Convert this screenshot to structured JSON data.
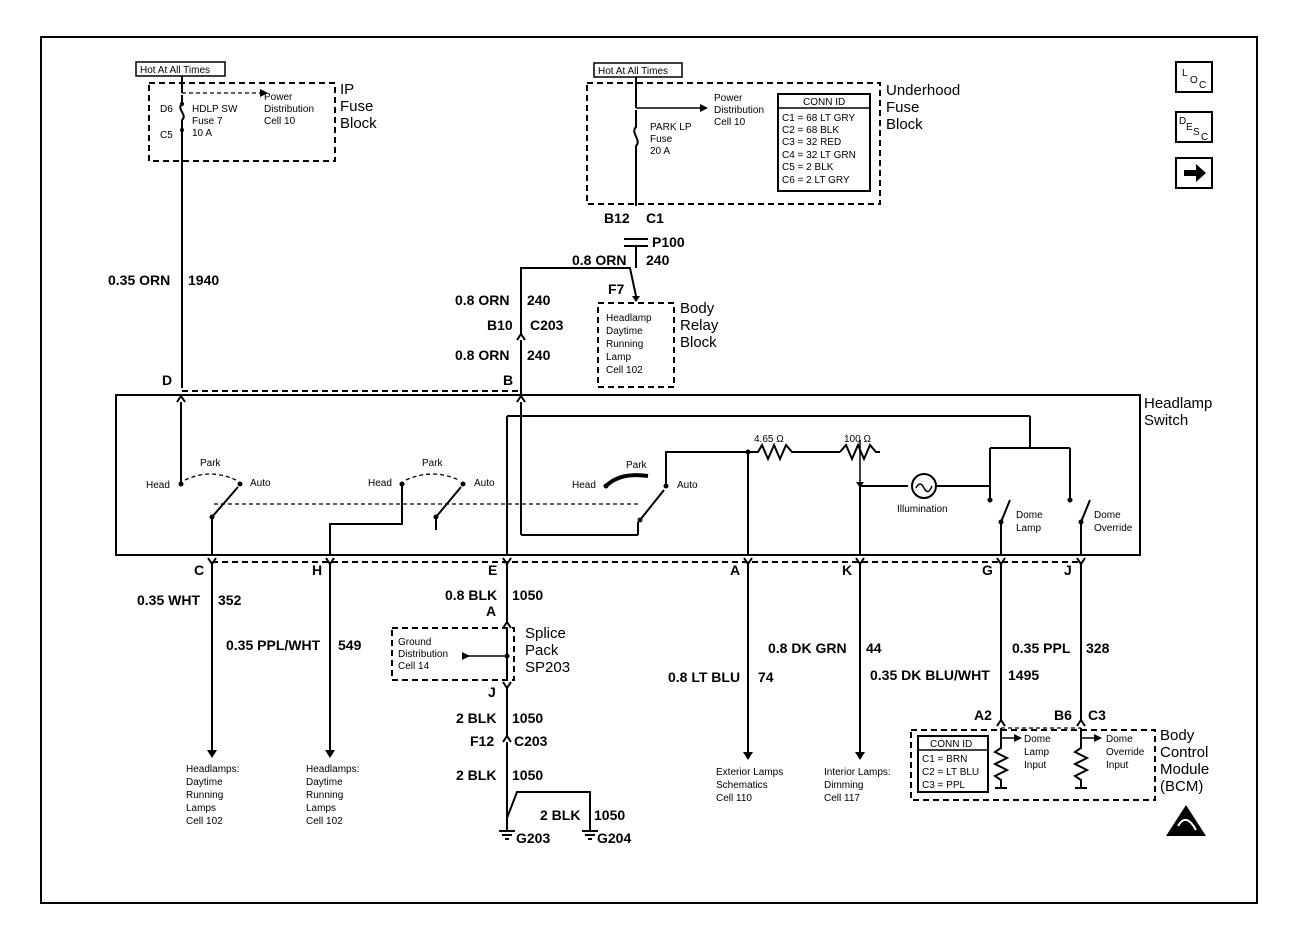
{
  "ip_fuse": {
    "hot": "Hot At All Times",
    "pins": [
      "D6",
      "C5"
    ],
    "fuse": [
      "HDLP SW",
      "Fuse 7",
      "10 A"
    ],
    "power": [
      "Power",
      "Distribution",
      "Cell 10"
    ],
    "block": [
      "IP",
      "Fuse",
      "Block"
    ]
  },
  "underhood": {
    "hot": "Hot At All Times",
    "power": [
      "Power",
      "Distribution",
      "Cell 10"
    ],
    "fuse": [
      "PARK LP",
      "Fuse",
      "20 A"
    ],
    "conn_title": "CONN ID",
    "conn": [
      "C1 = 68 LT GRY",
      "C2 = 68 BLK",
      "C3 = 32 RED",
      "C4 = 32 LT GRN",
      "C5 = 2 BLK",
      "C6 = 2 LT GRY"
    ],
    "block": [
      "Underhood",
      "Fuse",
      "Block"
    ]
  },
  "nav": {
    "loc": [
      "L",
      "O",
      "C"
    ],
    "desc": [
      "D",
      "E",
      "S",
      "C"
    ]
  },
  "wires": {
    "w1940_gauge": "0.35 ORN",
    "w1940_circ": "1940",
    "b12": "B12",
    "c1": "C1",
    "p100": "P100",
    "w240a_gauge": "0.8 ORN",
    "w240a_circ": "240",
    "f7": "F7",
    "w240b_gauge": "0.8 ORN",
    "w240b_circ": "240",
    "b10": "B10",
    "c203a": "C203",
    "w240c_gauge": "0.8 ORN",
    "w240c_circ": "240"
  },
  "body_relay": {
    "text": [
      "Headlamp",
      "Daytime",
      "Running",
      "Lamp",
      "Cell 102"
    ],
    "block": [
      "Body",
      "Relay",
      "Block"
    ]
  },
  "switch": {
    "name": [
      "Headlamp",
      "Switch"
    ],
    "top_pins": [
      "D",
      "B"
    ],
    "head": "Head",
    "park": "Park",
    "auto": "Auto",
    "r1": "4.65 Ω",
    "r2": "100 Ω",
    "illum": "Illumination",
    "dome_lamp": [
      "Dome",
      "Lamp"
    ],
    "dome_override": [
      "Dome",
      "Override"
    ],
    "bottom_pins": [
      "C",
      "H",
      "E",
      "A",
      "K",
      "G",
      "J"
    ]
  },
  "bottom": {
    "c_gauge": "0.35 WHT",
    "c_circ": "352",
    "h_gauge": "0.35 PPL/WHT",
    "h_circ": "549",
    "e_gauge": "0.8 BLK",
    "e_circ": "1050",
    "splice_a": "A",
    "splice_j": "J",
    "ground": [
      "Ground",
      "Distribution",
      "Cell 14"
    ],
    "splice": [
      "Splice",
      "Pack",
      "SP203"
    ],
    "e2_gauge": "2 BLK",
    "e2_circ": "1050",
    "f12": "F12",
    "c203b": "C203",
    "e3_gauge": "2 BLK",
    "e3_circ": "1050",
    "e4_gauge": "2 BLK",
    "e4_circ": "1050",
    "g203": "G203",
    "g204": "G204",
    "hl1": [
      "Headlamps:",
      "Daytime",
      "Running",
      "Lamps",
      "Cell 102"
    ],
    "hl2": [
      "Headlamps:",
      "Daytime",
      "Running",
      "Lamps",
      "Cell 102"
    ],
    "a_gauge": "0.8 LT BLU",
    "a_circ": "74",
    "ext": [
      "Exterior Lamps",
      "Schematics",
      "Cell 110"
    ],
    "k_gauge": "0.8 DK GRN",
    "k_circ": "44",
    "int": [
      "Interior Lamps:",
      "Dimming",
      "Cell 117"
    ],
    "g_gauge": "0.35 DK BLU/WHT",
    "g_circ": "1495",
    "j_gauge": "0.35 PPL",
    "j_circ": "328"
  },
  "bcm": {
    "pins": [
      "A2",
      "B6",
      "C3"
    ],
    "conn_title": "CONN ID",
    "conn": [
      "C1 = BRN",
      "C2 = LT BLU",
      "C3 = PPL"
    ],
    "dome_lamp_input": [
      "Dome",
      "Lamp",
      "Input"
    ],
    "dome_override_input": [
      "Dome",
      "Override",
      "Input"
    ],
    "name": [
      "Body",
      "Control",
      "Module",
      "(BCM)"
    ]
  }
}
